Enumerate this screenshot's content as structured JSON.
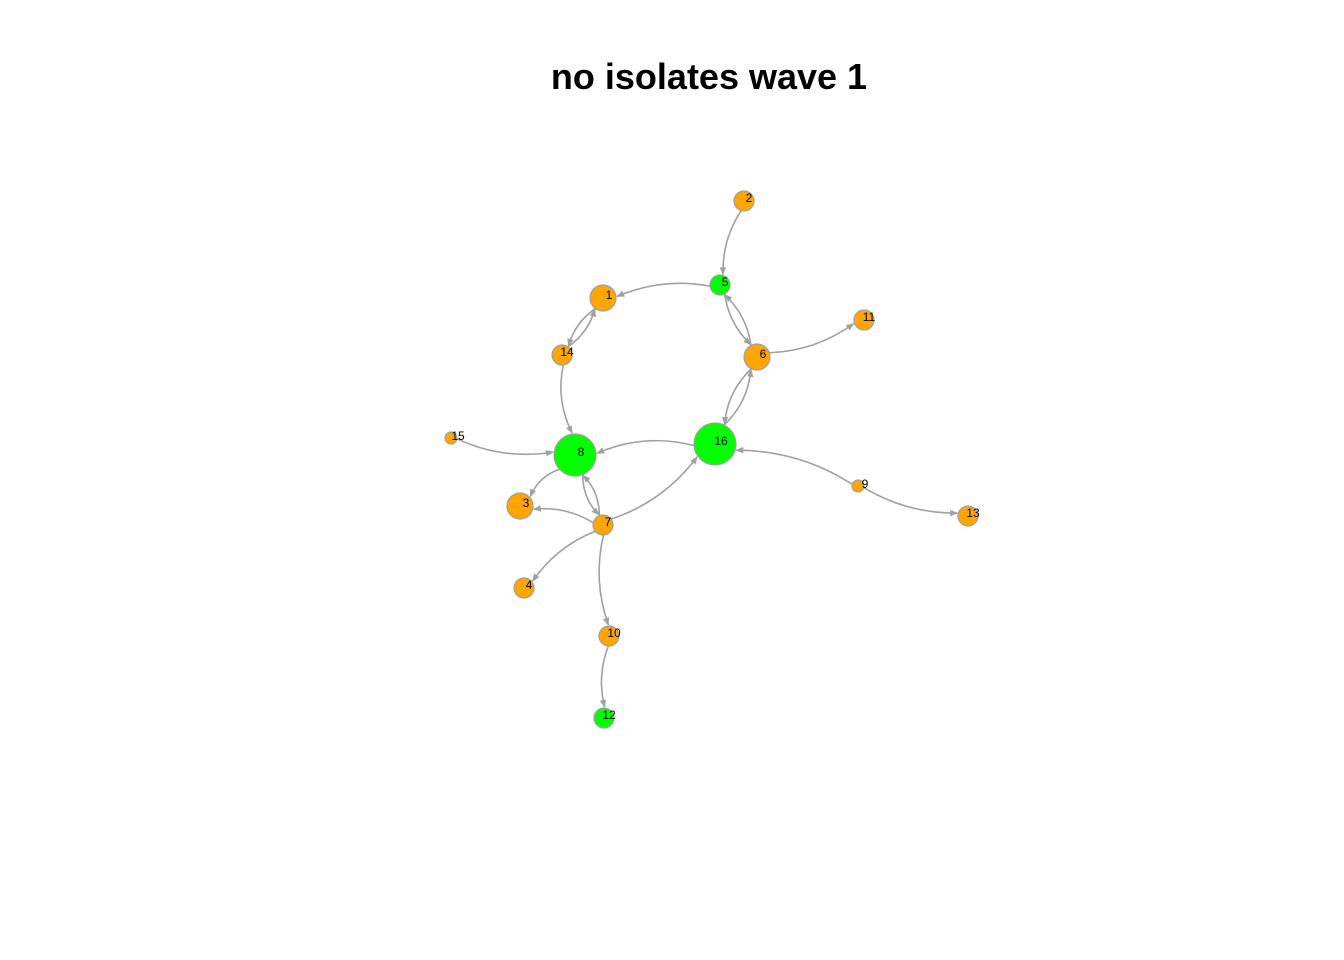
{
  "title": "no isolates wave 1",
  "colors": {
    "orange": "#ffa500",
    "green": "#00ff00",
    "edge": "#a0a0a0",
    "node_border": "#a0a0a0"
  },
  "nodes": [
    {
      "id": "1",
      "label": "1",
      "color": "orange",
      "size": "medium"
    },
    {
      "id": "2",
      "label": "2",
      "color": "orange",
      "size": "small"
    },
    {
      "id": "3",
      "label": "3",
      "color": "orange",
      "size": "medium"
    },
    {
      "id": "4",
      "label": "4",
      "color": "orange",
      "size": "small"
    },
    {
      "id": "5",
      "label": "5",
      "color": "green",
      "size": "small"
    },
    {
      "id": "6",
      "label": "6",
      "color": "orange",
      "size": "medium"
    },
    {
      "id": "7",
      "label": "7",
      "color": "orange",
      "size": "small"
    },
    {
      "id": "8",
      "label": "8",
      "color": "green",
      "size": "large"
    },
    {
      "id": "9",
      "label": "9",
      "color": "orange",
      "size": "tiny"
    },
    {
      "id": "10",
      "label": "10",
      "color": "orange",
      "size": "small"
    },
    {
      "id": "11",
      "label": "11",
      "color": "orange",
      "size": "small"
    },
    {
      "id": "12",
      "label": "12",
      "color": "green",
      "size": "small"
    },
    {
      "id": "13",
      "label": "13",
      "color": "orange",
      "size": "small"
    },
    {
      "id": "14",
      "label": "14",
      "color": "orange",
      "size": "small"
    },
    {
      "id": "15",
      "label": "15",
      "color": "orange",
      "size": "tiny"
    },
    {
      "id": "16",
      "label": "16",
      "color": "green",
      "size": "large"
    }
  ],
  "edges": [
    {
      "from": "2",
      "to": "5"
    },
    {
      "from": "5",
      "to": "1"
    },
    {
      "from": "5",
      "to": "6"
    },
    {
      "from": "6",
      "to": "5"
    },
    {
      "from": "1",
      "to": "14"
    },
    {
      "from": "14",
      "to": "1"
    },
    {
      "from": "14",
      "to": "8"
    },
    {
      "from": "6",
      "to": "11"
    },
    {
      "from": "16",
      "to": "6"
    },
    {
      "from": "6",
      "to": "16"
    },
    {
      "from": "15",
      "to": "8"
    },
    {
      "from": "16",
      "to": "8"
    },
    {
      "from": "8",
      "to": "3"
    },
    {
      "from": "7",
      "to": "3"
    },
    {
      "from": "7",
      "to": "8"
    },
    {
      "from": "8",
      "to": "7"
    },
    {
      "from": "7",
      "to": "16"
    },
    {
      "from": "7",
      "to": "4"
    },
    {
      "from": "7",
      "to": "10"
    },
    {
      "from": "10",
      "to": "12"
    },
    {
      "from": "9",
      "to": "16"
    },
    {
      "from": "9",
      "to": "13"
    }
  ]
}
